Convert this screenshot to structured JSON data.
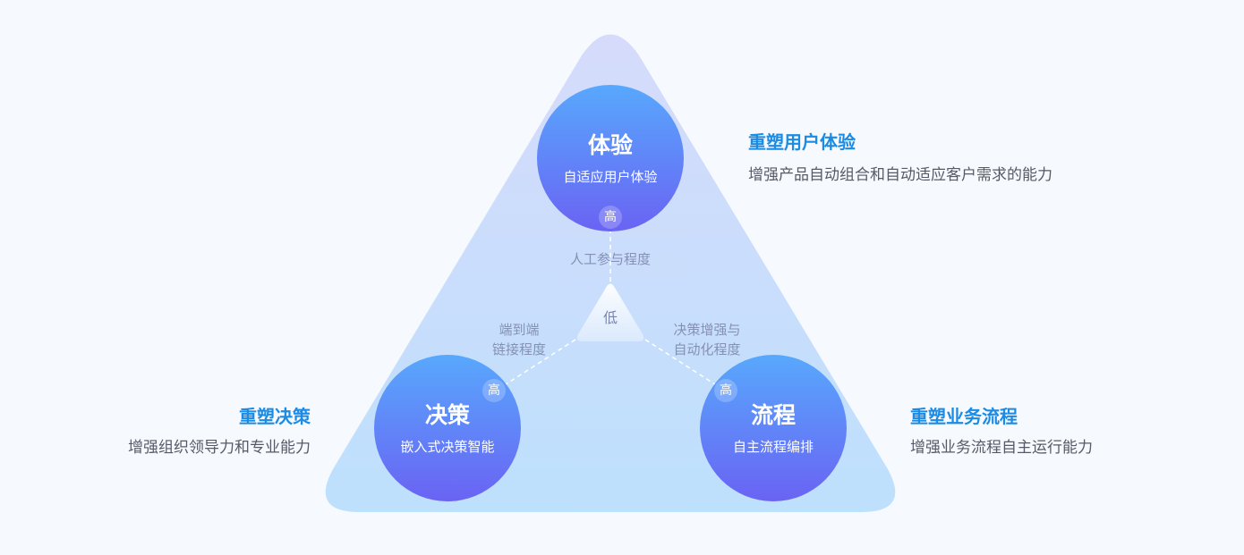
{
  "circles": [
    {
      "title": "体验",
      "subtitle": "自适应用户体验",
      "level": "高"
    },
    {
      "title": "决策",
      "subtitle": "嵌入式决策智能",
      "level": "高"
    },
    {
      "title": "流程",
      "subtitle": "自主流程编排",
      "level": "高"
    }
  ],
  "center": {
    "low": "低"
  },
  "axes": {
    "top": "人工参与程度",
    "left_line1": "端到端",
    "left_line2": "链接程度",
    "right_line1": "决策增强与",
    "right_line2": "自动化程度"
  },
  "descriptions": [
    {
      "title": "重塑用户体验",
      "text": "增强产品自动组合和自动适应客户需求的能力"
    },
    {
      "title": "重塑决策",
      "text": "增强组织领导力和专业能力"
    },
    {
      "title": "重塑业务流程",
      "text": "增强业务流程自主运行能力"
    }
  ]
}
